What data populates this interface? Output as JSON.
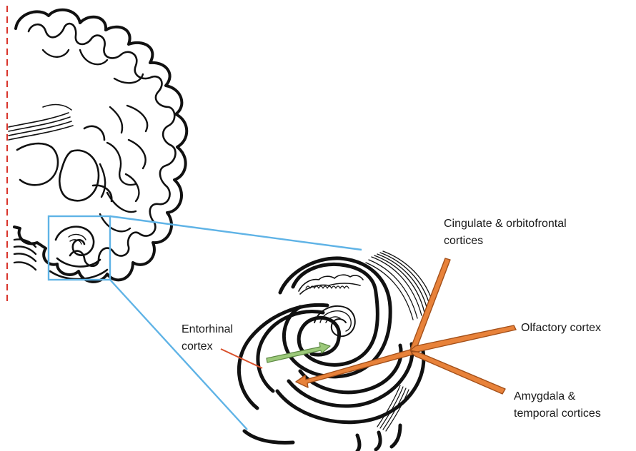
{
  "labels": {
    "cingulate": [
      "Cingulate & orbitofrontal",
      "cortices"
    ],
    "olfactory": [
      "Olfactory cortex"
    ],
    "amygdala": [
      "Amygdala &",
      "temporal cortices"
    ],
    "entorhinal": [
      "Entorhinal",
      "cortex"
    ]
  },
  "colors": {
    "outline": "#111111",
    "midline": "#d9342b",
    "zoom_box": "#5fb3e6",
    "input_arrow": "#e8823a",
    "input_arrow_stroke": "#a3501a",
    "output_arrow": "#9cc97a",
    "output_arrow_stroke": "#5e8a44",
    "pointer_line": "#d9502b"
  }
}
